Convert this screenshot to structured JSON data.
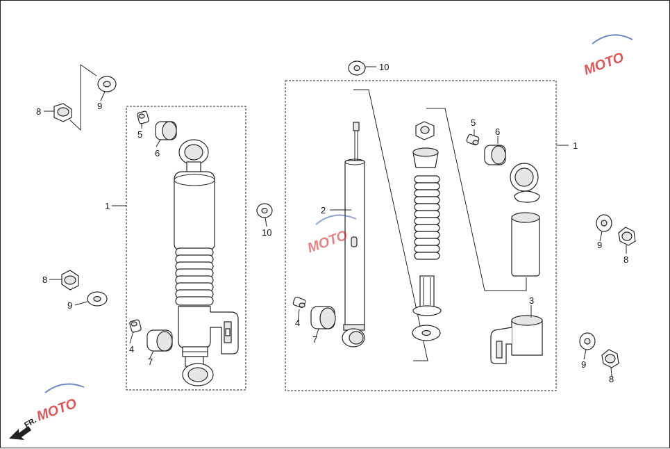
{
  "callouts": {
    "left_assembly": "1",
    "right_assembly": "1",
    "damper": "2",
    "bracket": "3",
    "bush_a_left": "4",
    "bush_a_right": "4",
    "bush_b_left": "5",
    "bush_b_right": "5",
    "rubber_top_left": "6",
    "rubber_top_right": "6",
    "rubber_bot_left": "7",
    "rubber_bot_right": "7",
    "nut_top_left": "8",
    "nut_mid_left": "8",
    "nut_mid_right": "8",
    "nut_bot_right": "8",
    "washer_top_left": "9",
    "washer_mid_left": "9",
    "washer_mid_right": "9",
    "washer_bot_right": "9",
    "washer_top_center": "10",
    "washer_center": "10"
  },
  "watermark": {
    "text": "MOTO",
    "accent": "#cc2222",
    "secondary": "#3a5fa8"
  },
  "front_indicator": {
    "text": "FR."
  },
  "colors": {
    "line": "#222222",
    "shade": "#e6e6e6"
  }
}
